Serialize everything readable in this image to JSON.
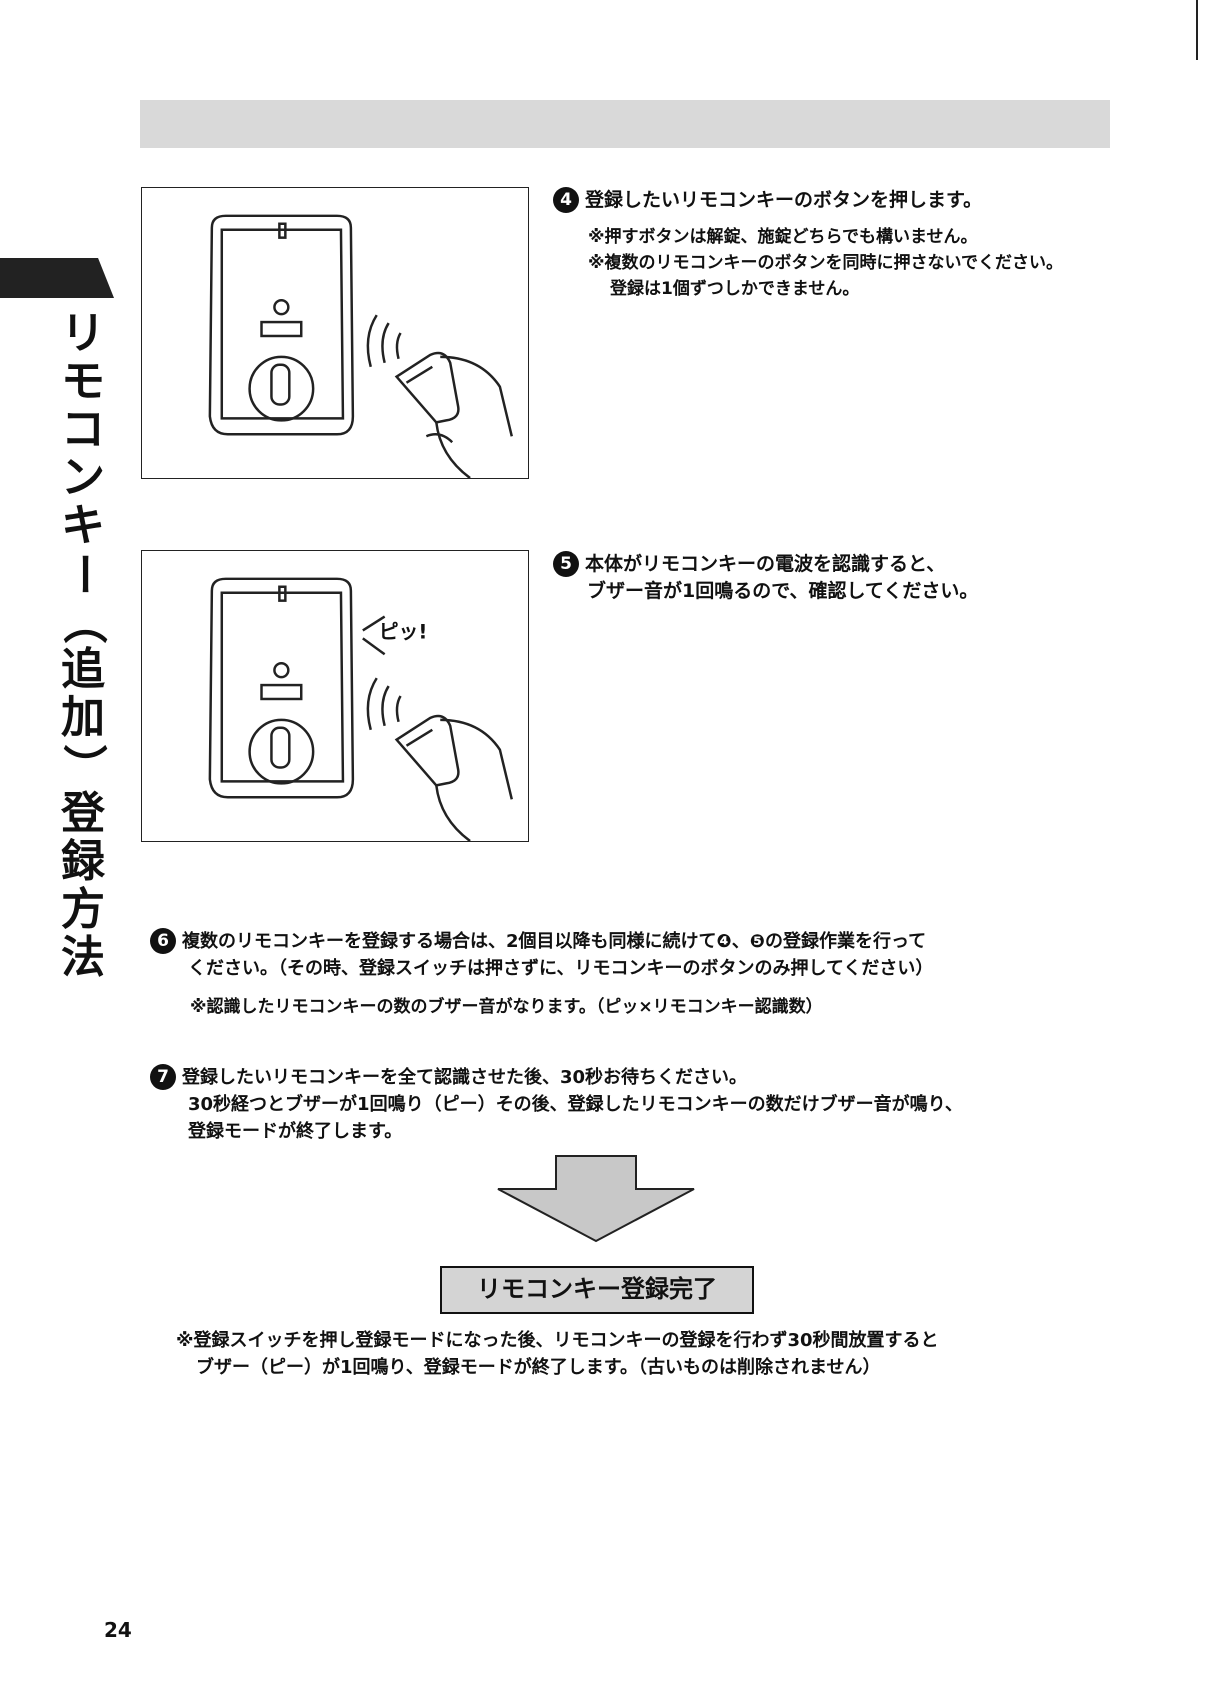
{
  "side_title_chars": [
    "リ",
    "モ",
    "コ",
    "ン",
    "キ",
    "ー",
    "（",
    "追",
    "加",
    "）",
    "登",
    "録",
    "方",
    "法"
  ],
  "step4": {
    "number": "4",
    "text": "登録したいリモコンキーのボタンを押します。",
    "notes": [
      "※押すボタンは解錠、施錠どちらでも構いません。",
      "※複数のリモコンキーのボタンを同時に押さないでください。",
      "登録は1個ずつしかできません。"
    ]
  },
  "step5": {
    "number": "5",
    "lines": [
      "本体がリモコンキーの電波を認識すると、",
      "ブザー音が1回鳴るので、確認してください。"
    ],
    "beep_label": "ピッ!"
  },
  "step6": {
    "number": "6",
    "lines": [
      "複数のリモコンキーを登録する場合は、2個目以降も同様に続けて❹、❺の登録作業を行って",
      "ください。（その時、登録スイッチは押さずに、リモコンキーのボタンのみ押してください）"
    ],
    "note": "※認識したリモコンキーの数のブザー音がなります。（ピッ×リモコンキー認識数）"
  },
  "step7": {
    "number": "7",
    "lines": [
      "登録したいリモコンキーを全て認識させた後、30秒お待ちください。",
      "30秒経つとブザーが1回鳴り（ピー）その後、登録したリモコンキーの数だけブザー音が鳴り、",
      "登録モードが終了します。"
    ]
  },
  "completion_label": "リモコンキー登録完了",
  "final_note": [
    "※登録スイッチを押し登録モードになった後、リモコンキーの登録を行わず30秒間放置すると",
    "ブザー（ピー）が1回鳴り、登録モードが終了します。（古いものは削除されません）"
  ],
  "page_number": "24",
  "colors": {
    "band": "#d9d9d9",
    "ink": "#111111",
    "box": "#d4d4d4",
    "arrow": "#c8c8c8"
  }
}
